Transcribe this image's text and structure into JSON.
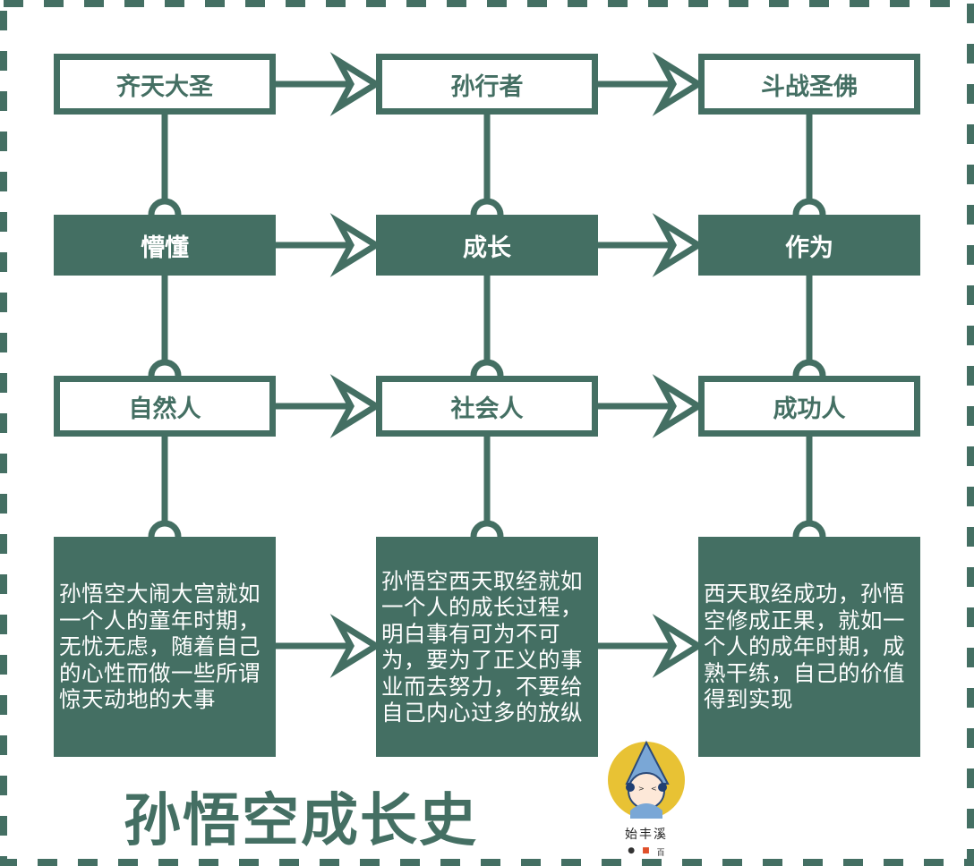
{
  "colors": {
    "primary": "#446f63",
    "background": "#ffffff",
    "avatar_bg": "#e8c234",
    "avatar_hat": "#7aa7d6"
  },
  "title": "孙悟空成长史",
  "rows": [
    {
      "style": "outline",
      "nodes": [
        "齐天大圣",
        "孙行者",
        "斗战圣佛"
      ]
    },
    {
      "style": "filled",
      "nodes": [
        "懵懂",
        "成长",
        "作为"
      ]
    },
    {
      "style": "outline",
      "nodes": [
        "自然人",
        "社会人",
        "成功人"
      ]
    }
  ],
  "descriptions": [
    "孙悟空大闹大宫就如一个人的童年时期，无忧无虑，随着自己的心性而做一些所谓惊天动地的大事",
    "孙悟空西天取经就如一个人的成长过程，明白事有可为不可为，要为了正义的事业而去努力，不要给自己内心过多的放纵",
    "西天取经成功，孙悟空修成正果，就如一个人的成年时期，成熟干练，自己的价值得到实现"
  ],
  "logo": {
    "name": "始丰溪",
    "icons": [
      "wechat-icon",
      "toutiao-icon",
      "media-icon"
    ],
    "icon_glyphs": [
      "●",
      "■",
      "百"
    ]
  }
}
